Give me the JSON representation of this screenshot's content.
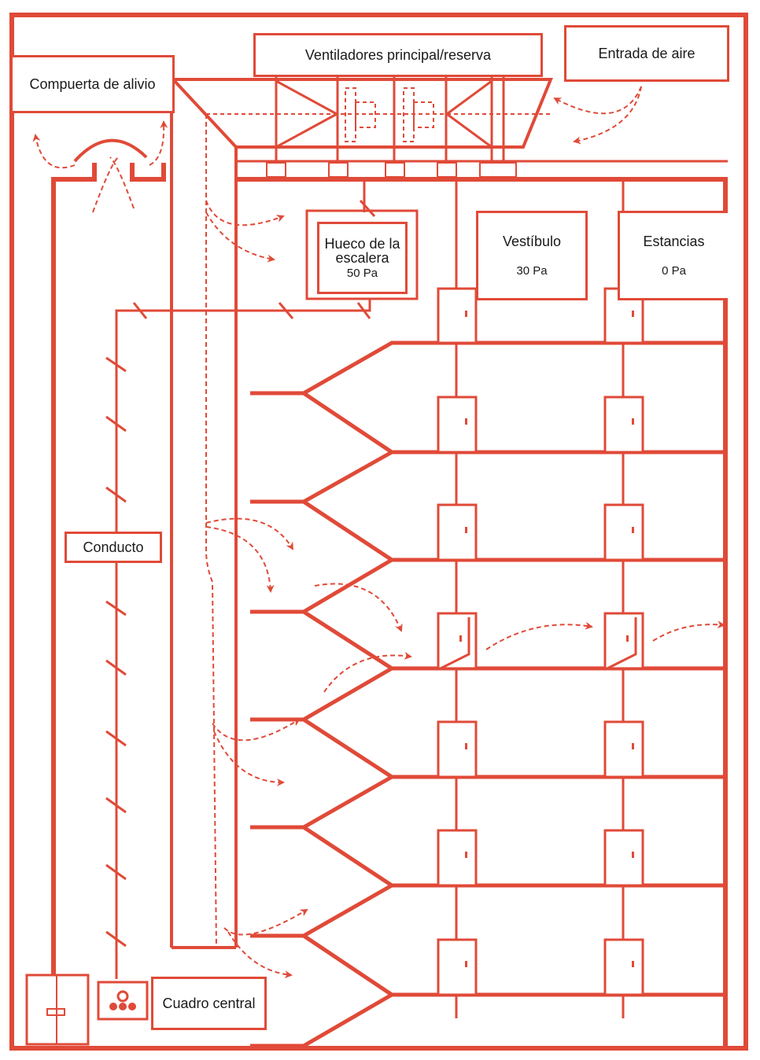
{
  "diagram": {
    "title": "Sistema de presurización de escalera",
    "accent_color": "#e04a38",
    "labels": {
      "fans": "Ventiladores principal/reserva",
      "air_inlet": "Entrada de aire",
      "relief_damper": "Compuerta de alivio",
      "stairwell": "Hueco de la escalera",
      "stairwell_pressure": "50 Pa",
      "lobby": "Vestíbulo",
      "lobby_pressure": "30 Pa",
      "rooms": "Estancias",
      "rooms_pressure": "0 Pa",
      "duct": "Conducto",
      "control_panel": "Cuadro central"
    },
    "floors": 7
  }
}
